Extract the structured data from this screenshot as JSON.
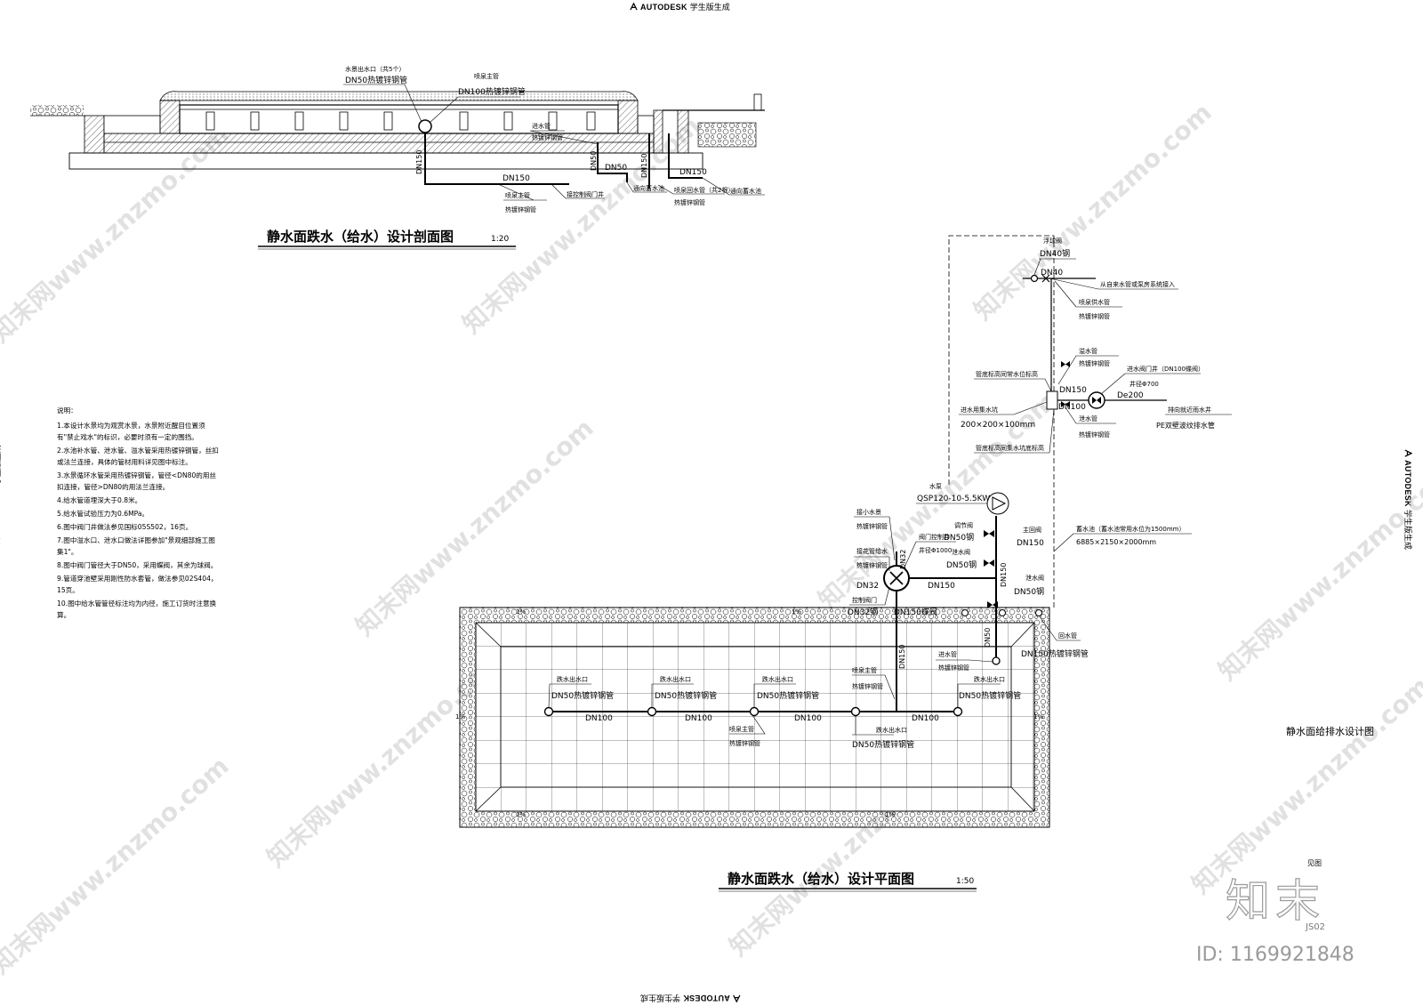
{
  "autodesk": {
    "brand": "AUTODESK",
    "suffix": "学生版生成"
  },
  "section": {
    "title": "静水面跌水（给水）设计剖面图",
    "scale": "1:20",
    "outlet": "水景出水口（共5个）",
    "outlet_pipe": "DN50热镀锌钢管",
    "main_pipe": "喷泉主管",
    "main_pipe_spec": "DN100热镀锌钢管",
    "inlet": "进水管",
    "inlet_spec": "热镀锌钢管",
    "riser_dn150": "DN150",
    "riser_dn50": "DN50",
    "dn50": "DN50",
    "riser_dn150_right": "DN150",
    "dn150_right": "DN150",
    "dn150_left": "DN150",
    "main_pipe_lower": "喷泉主管",
    "main_pipe_lower_spec": "热镀锌钢管",
    "to_valve_well": "接控制阀门井",
    "to_tank_1": "通向蓄水池",
    "return_pipe": "喷泉回水管（共2根）",
    "return_pipe_spec": "热镀锌钢管",
    "to_tank_2": "通向蓄水池"
  },
  "plan": {
    "title": "静水面跌水（给水）设计平面图",
    "scale": "1:50",
    "float_valve": "浮球阀",
    "float_valve_size": "DN40钢",
    "supply_dn40": "DN40",
    "supply_source": "从自来水管或泵房系统接入",
    "fountain_supply": "喷泉供水管",
    "fountain_supply_spec": "热镀锌钢管",
    "overflow": "溢水管",
    "overflow_spec": "热镀锌钢管",
    "overflow_elevation": "管底标高同常水位标高",
    "overflow_dn150": "DN150",
    "inlet_valve_well": "进水阀门井（DN100蝶阀）",
    "inlet_valve_well_dia": "井径Φ700",
    "outfall_de200": "De200",
    "outfall_to": "排向就近雨水井",
    "outfall_pipe": "PE双壁波纹排水管",
    "sump": "进水用集水坑",
    "sump_size": "200×200×100mm",
    "drain_dn100": "DN100",
    "drain": "泄水管",
    "drain_spec": "热镀锌钢管",
    "drain_elevation": "管底标高同集水坑底标高",
    "pump": "水泵",
    "pump_model": "QSP120-10-5.5KW",
    "small_feature": "接小水景",
    "small_feature_spec": "热镀锌钢管",
    "regulating_valve": "调节阀",
    "regulating_valve_size": "DN50钢",
    "valve_well": "阀门控制井",
    "valve_well_dia": "井径Φ1000",
    "riser_dn32": "DN32",
    "main_return_valve": "主回阀",
    "main_return_dn150": "DN150",
    "tank": "蓄水池（蓄水池常用水位为1500mm）",
    "tank_size": "6885×2150×2000mm",
    "flower_feed": "接花管给水",
    "flower_feed_spec": "热镀锌钢管",
    "drain_valve_1": "泄水阀",
    "drain_valve_1_size": "DN50钢",
    "riser_dn150": "DN150",
    "branch_dn32": "DN32",
    "branch_dn150": "DN150",
    "drain_valve_2": "泄水阀",
    "drain_valve_2_size": "DN50钢",
    "control_valve": "控制阀门",
    "control_valve_size": "DN32钢",
    "butterfly_valve": "DN150蝶阀",
    "main_dn150": "DN150",
    "inlet_dn50": "DN50",
    "inlet": "进水管",
    "inlet_spec": "热镀锌钢管",
    "return": "回水管",
    "return_spec": "DN150热镀锌钢管",
    "fountain_main": "喷泉主管",
    "fountain_main_spec": "热镀锌钢管",
    "fountain_main_lower": "喷泉主管",
    "fountain_main_lower_spec": "热镀锌钢管",
    "outlets": [
      {
        "label": "跌水出水口",
        "spec": "DN50热镀锌钢管"
      },
      {
        "label": "跌水出水口",
        "spec": "DN50热镀锌钢管"
      },
      {
        "label": "跌水出水口",
        "spec": "DN50热镀锌钢管"
      },
      {
        "label": "跌水出水口",
        "spec": "DN50热镀锌钢管"
      },
      {
        "label": "跌水出水口",
        "spec": "DN50热镀锌钢管"
      }
    ],
    "segments": [
      "DN100",
      "DN100",
      "DN100",
      "DN100"
    ],
    "slope": "1%"
  },
  "notes": {
    "heading": "说明：",
    "items": [
      "1.本设计水景均为观赏水景，水景附近醒目位置须有\"禁止戏水\"的标识，必要时须有一定的围挡。",
      "2.水池补水管、泄水管、溢水管采用热镀锌钢管，丝扣或法兰连接，具体的管材用料详见图中标注。",
      "3.水景循环水管采用热镀锌钢管，管径<DN80的用丝扣连接，管径>DN80的用法兰连接。",
      "4.给水管道埋深大于0.8米。",
      "5.给水管试验压力为0.6MPa。",
      "6.图中阀门井做法参见国标05S502，16页。",
      "7.图中溢水口、泄水口做法详图参加\"景观细部施工图集1\"。",
      "8.图中阀门管径大于DN50，采用蝶阀，其余为球阀。",
      "9.管道穿池壁采用刚性防水套管，做法参见02S404，15页。",
      "10.图中给水管管径标注均为内径，施工订货时注意换算。"
    ]
  },
  "sheet": {
    "title": "静水面给排水设计图",
    "ref": "见图",
    "number": "JS02"
  },
  "watermark": {
    "brand": "知末",
    "site": "知末网www.znzmo.com",
    "id": "ID: 1169921848"
  }
}
